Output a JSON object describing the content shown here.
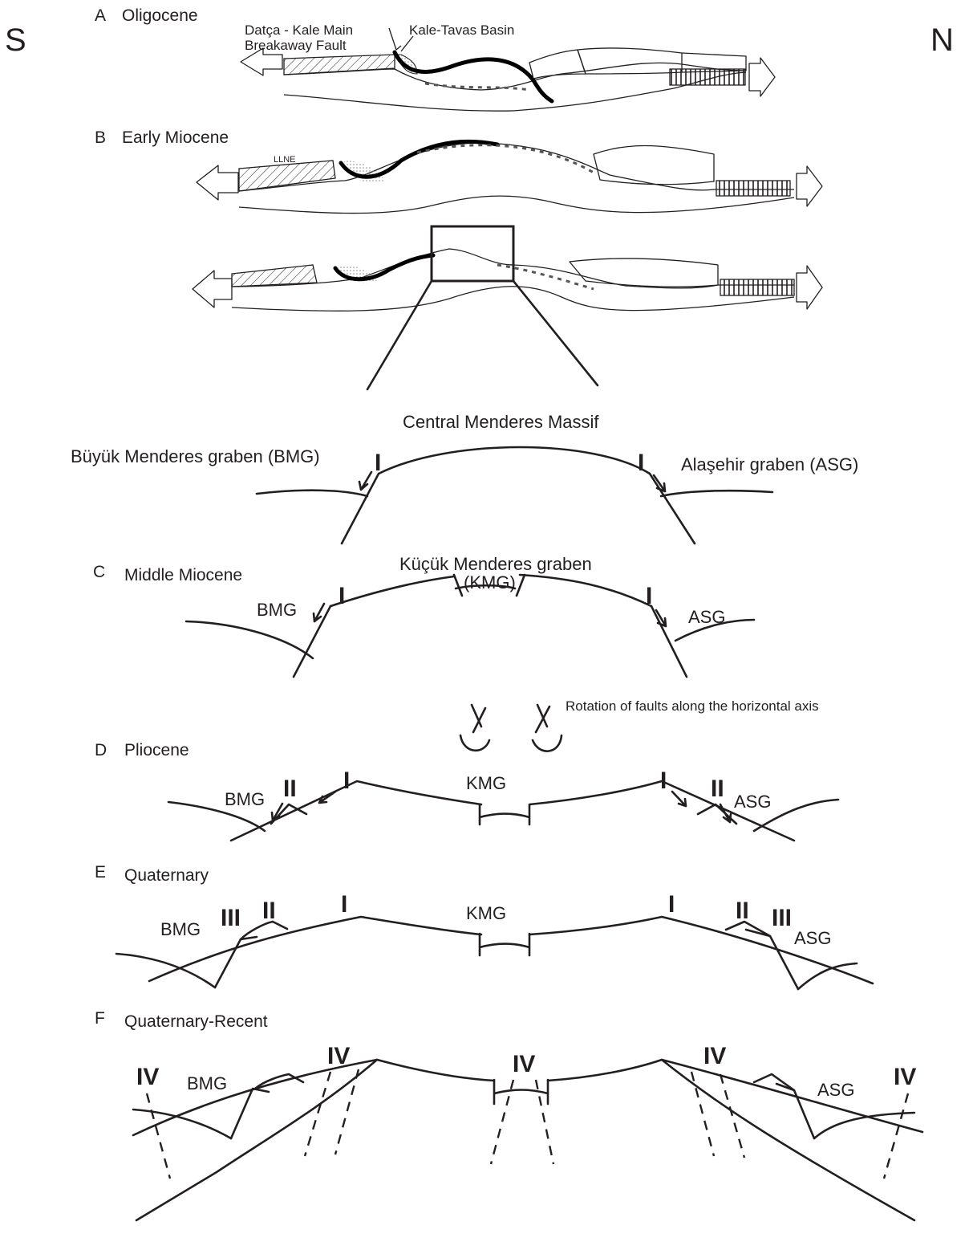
{
  "orientation": {
    "south": "S",
    "north": "N"
  },
  "panels": {
    "a": {
      "letter": "A",
      "title": "Oligocene"
    },
    "b": {
      "letter": "B",
      "title": "Early Miocene"
    },
    "c": {
      "letter": "C",
      "title": "Middle Miocene"
    },
    "d": {
      "letter": "D",
      "title": "Pliocene"
    },
    "e": {
      "letter": "E",
      "title": "Quaternary"
    },
    "f": {
      "letter": "F",
      "title": "Quaternary-Recent"
    }
  },
  "labels": {
    "fault_line1": "Datça - Kale Main",
    "fault_line2": "Breakaway Fault",
    "basin": "Kale-Tavas Basin",
    "llne": "LLNE",
    "massif": "Central Menderes Massif",
    "bmg_full": "Büyük Menderes graben (BMG)",
    "asg_full": "Alaşehir graben (ASG)",
    "kmg_line1": "Küçük Menderes graben",
    "kmg_line2": "(KMG)",
    "bmg": "BMG",
    "asg": "ASG",
    "kmg": "KMG",
    "rotation": "Rotation of faults along the horizontal axis"
  },
  "fault_generations": {
    "i": "I",
    "ii": "II",
    "iii": "III",
    "iv": "IV"
  },
  "colors": {
    "ink": "#231f20",
    "stipple": "#9a9a9a"
  }
}
